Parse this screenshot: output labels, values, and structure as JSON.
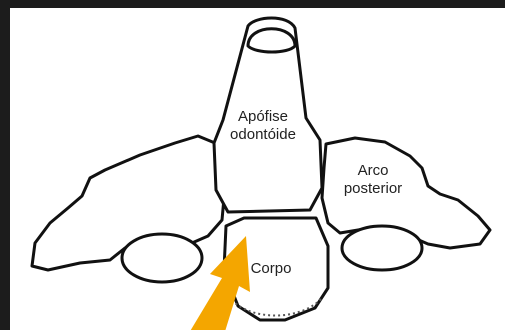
{
  "labels": {
    "dens_line1": "Apófise",
    "dens_line2": "odontóide",
    "arch_line1": "Arco",
    "arch_line2": "posterior",
    "body": "Corpo"
  },
  "colors": {
    "background": "#1c1c1c",
    "paper": "#ffffff",
    "outline": "#111111",
    "arrow": "#f4a600"
  },
  "icons": {
    "pointer": "arrow-icon"
  }
}
